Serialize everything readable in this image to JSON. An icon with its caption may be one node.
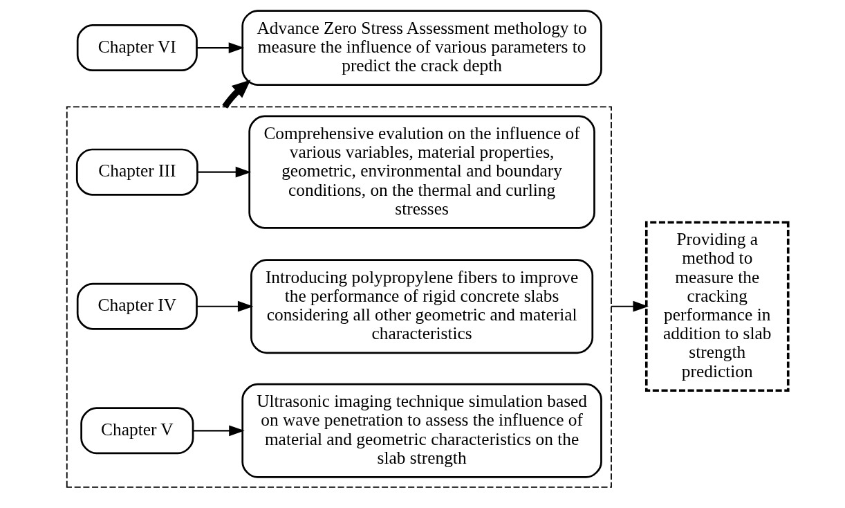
{
  "diagram": {
    "nodes": [
      {
        "text": [],
        "shape": "box"
      },
      {
        "text": [
          "Chapter III"
        ],
        "in": 0
      },
      {
        "text": [
          "Comprehensive evalution on the influence of various variables, material properties, geometric, environmental and boundary conditions, on the thermal and curling stresses"
        ],
        "in": 0
      },
      {
        "text": [
          "Chapter IV"
        ],
        "in": 0
      },
      {
        "text": [
          "Introducing polypropylene fibers to improve the performance of rigid concrete slabs considering all other geometric and material characteristics"
        ],
        "in": 0
      },
      {
        "text": [
          "Chapter V"
        ],
        "in": 0
      },
      {
        "text": [
          "Ultrasonic imaging technique simulation based on wave penetration to assess the influence of material and geometric characteristics on the slab strength"
        ],
        "in": 0
      },
      {
        "text": [
          "Chapter VI"
        ]
      },
      {
        "text": [
          "Advance Zero Stress Assessment methology to measure the influence of various parameters to predict the crack depth"
        ]
      },
      {
        "text": [
          "Providing a method to measure the cracking performance in addition to slab strength prediction"
        ]
      }
    ],
    "edges": [
      {
        "from": 1,
        "to": 2,
        "arrow": "to"
      },
      {
        "from": 3,
        "to": 4,
        "arrow": "to"
      },
      {
        "from": 5,
        "to": 6,
        "arrow": "to"
      },
      {
        "from": 7,
        "to": 8,
        "arrow": "to"
      },
      {
        "from": 0,
        "to": 8,
        "arrow": "to",
        "style": "thick"
      },
      {
        "from": 0,
        "to": 9,
        "arrow": "to"
      }
    ]
  }
}
